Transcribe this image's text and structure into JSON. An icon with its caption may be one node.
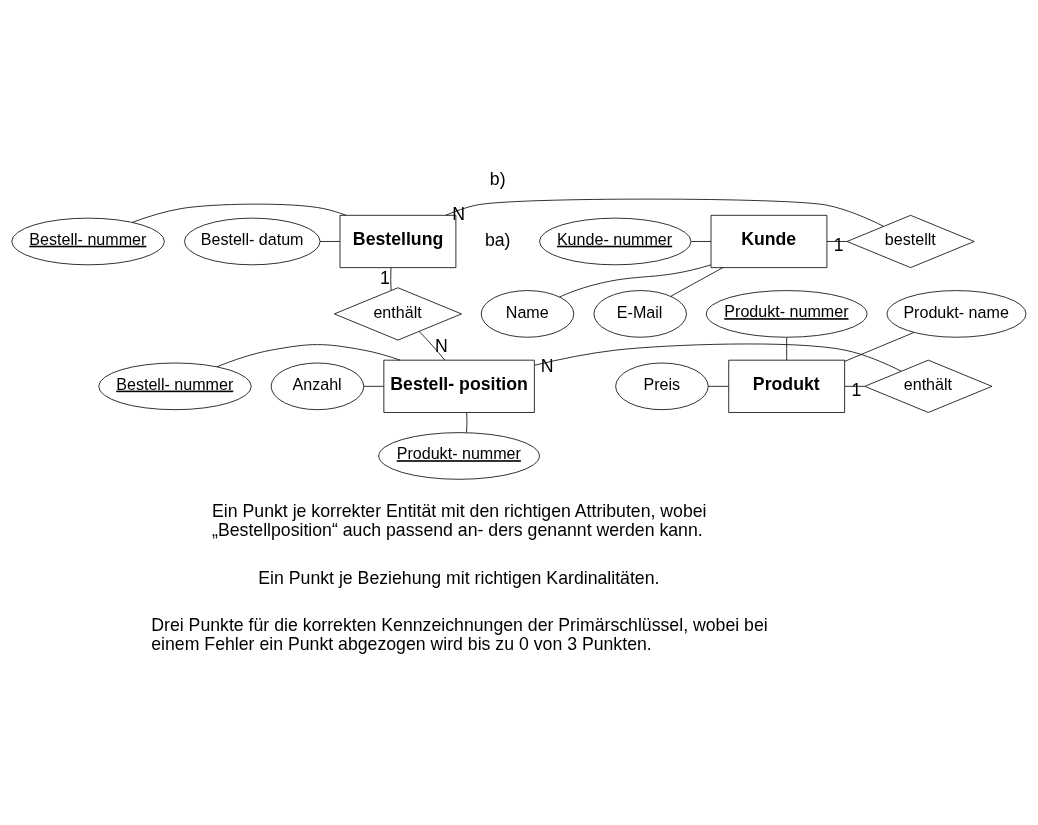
{
  "diagram": {
    "nodes": [
      {
        "text": [
          "Kunde"
        ]
      },
      {
        "text": [
          "Name"
        ]
      },
      {
        "text": [
          "E-Mail"
        ]
      },
      {
        "text": [
          "Kunde- nummer"
        ]
      },
      {
        "text": [
          "bestellt"
        ]
      },
      {
        "text": [
          "Bestellung"
        ]
      },
      {
        "text": [
          "Bestell- nummer"
        ]
      },
      {
        "text": [
          "Bestell- datum"
        ]
      },
      {
        "text": [
          "enthält"
        ]
      },
      {
        "text": [
          "Produkt"
        ]
      },
      {
        "text": [
          "Produkt- name"
        ]
      },
      {
        "text": [
          "Produkt- nummer"
        ]
      },
      {
        "text": [
          "Preis"
        ]
      },
      {
        "text": [
          "enthält"
        ]
      },
      {
        "text": [
          "Bestell- position"
        ]
      },
      {
        "text": [
          "Bestell- nummer"
        ]
      },
      {
        "text": [
          "Anzahl"
        ]
      },
      {
        "text": [
          "Produkt- nummer"
        ]
      }
    ],
    "edges": [
      {
        "from": 1,
        "to": 0,
        "arrow": "none"
      },
      {
        "from": 2,
        "to": 0,
        "arrow": "none"
      },
      {
        "from": 3,
        "to": 0,
        "arrow": "none"
      },
      {
        "from": 0,
        "to": 4,
        "arrow": "none",
        "label": "1"
      },
      {
        "from": 5,
        "to": 4,
        "arrow": "none",
        "label": "N"
      },
      {
        "from": 6,
        "to": 5,
        "arrow": "none"
      },
      {
        "from": 7,
        "to": 5,
        "arrow": "none"
      },
      {
        "from": 5,
        "to": 8,
        "arrow": "none",
        "label": "1"
      },
      {
        "from": 14,
        "to": 8,
        "arrow": "none",
        "label": "N"
      },
      {
        "from": 10,
        "to": 9,
        "arrow": "none"
      },
      {
        "from": 11,
        "to": 9,
        "arrow": "none"
      },
      {
        "from": 12,
        "to": 9,
        "arrow": "none"
      },
      {
        "from": 9,
        "to": 13,
        "arrow": "none",
        "label": "1"
      },
      {
        "from": 14,
        "to": 13,
        "arrow": "none",
        "label": "N"
      },
      {
        "from": 15,
        "to": 14,
        "arrow": "none"
      },
      {
        "from": 16,
        "to": 14,
        "arrow": "none"
      },
      {
        "from": 17,
        "to": 14,
        "arrow": "none"
      }
    ],
    "labels": [
      "b)",
      "ba)",
      "Ein Punkt je korrekter Entität mit den richtigen Attributen, wobei „Bestellposition“ auch passend an- ders genannt werden kann.",
      "Ein Punkt je Beziehung mit richtigen Kardinalitäten.",
      "Drei Punkte für die korrekten Kennzeichnungen der Primärschlüssel, wobei bei einem Fehler ein Punkt abgezogen wird bis zu 0 von 3 Punkten."
    ]
  }
}
